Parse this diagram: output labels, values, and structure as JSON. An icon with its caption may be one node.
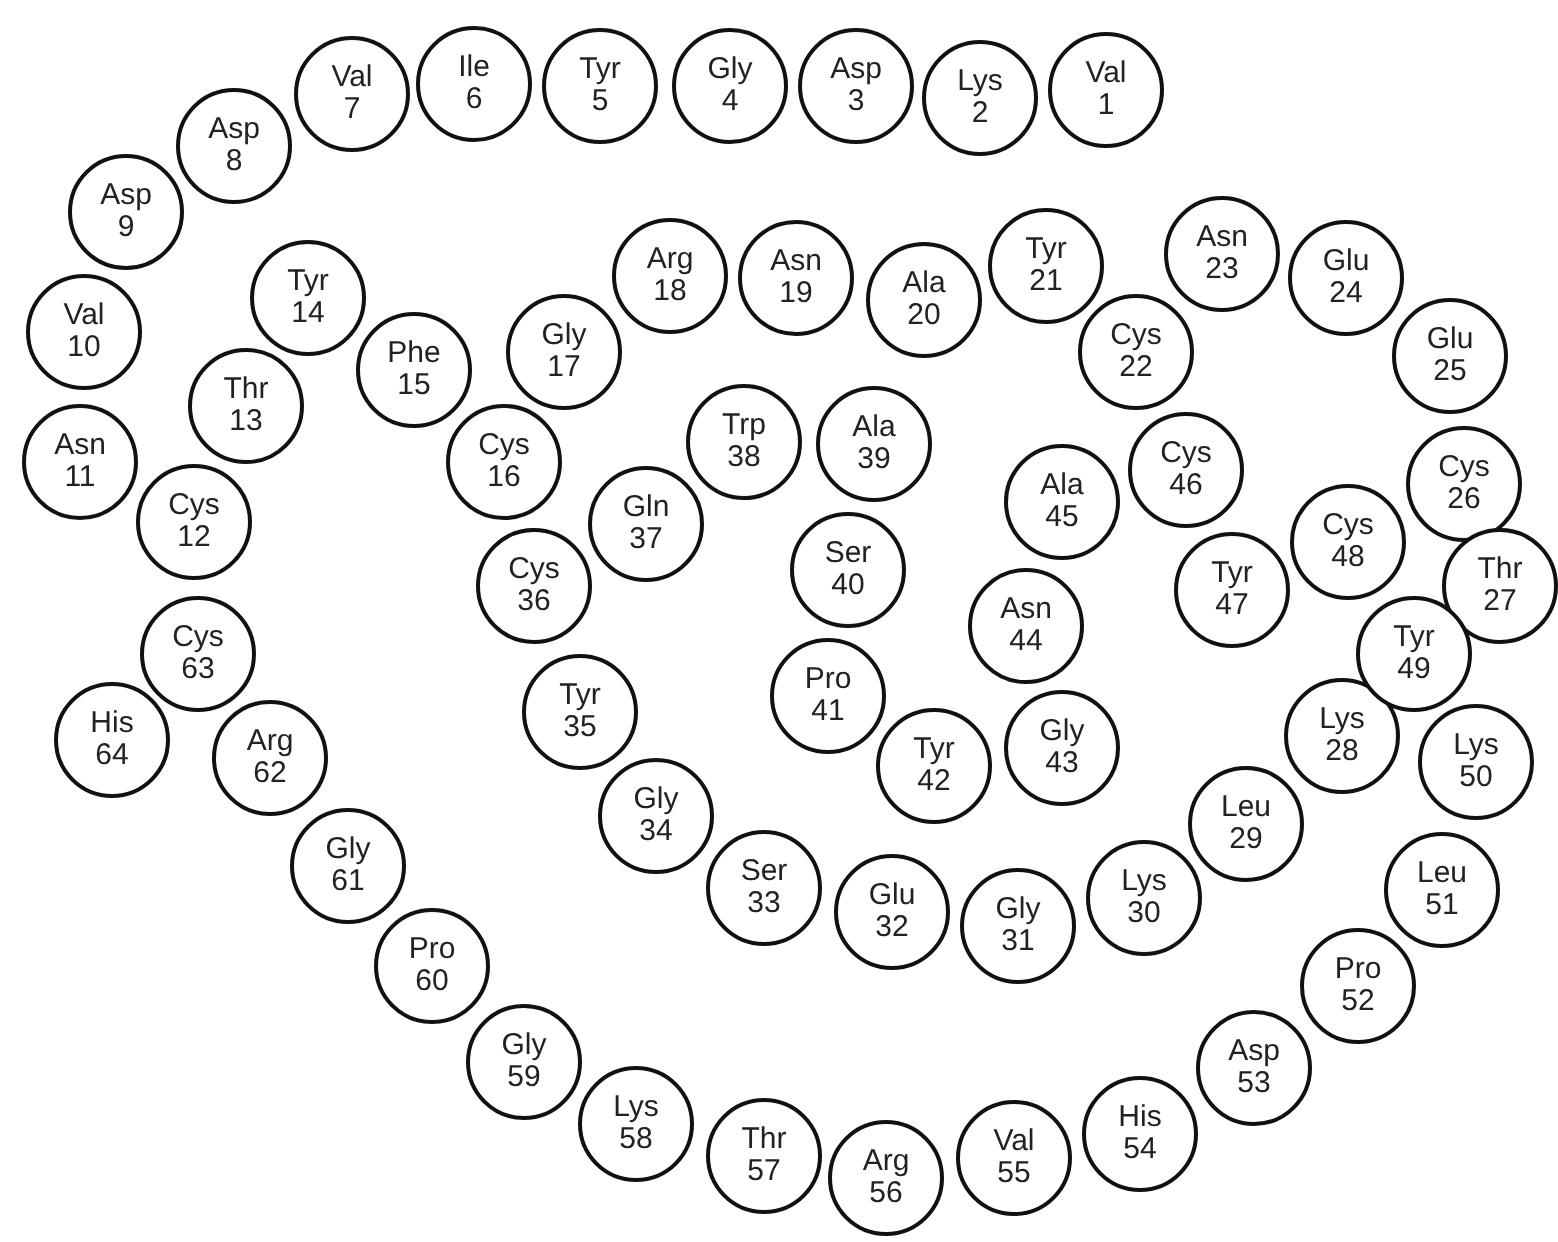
{
  "diagram": {
    "nodes": [
      {
        "text": [
          "Val",
          "1"
        ]
      },
      {
        "text": [
          "Lys",
          "2"
        ]
      },
      {
        "text": [
          "Asp",
          "3"
        ]
      },
      {
        "text": [
          "Gly",
          "4"
        ]
      },
      {
        "text": [
          "Tyr",
          "5"
        ]
      },
      {
        "text": [
          "Ile",
          "6"
        ]
      },
      {
        "text": [
          "Val",
          "7"
        ]
      },
      {
        "text": [
          "Asp",
          "8"
        ]
      },
      {
        "text": [
          "Asp",
          "9"
        ]
      },
      {
        "text": [
          "Val",
          "10"
        ]
      },
      {
        "text": [
          "Asn",
          "11"
        ]
      },
      {
        "text": [
          "Cys",
          "12"
        ]
      },
      {
        "text": [
          "Thr",
          "13"
        ]
      },
      {
        "text": [
          "Tyr",
          "14"
        ]
      },
      {
        "text": [
          "Phe",
          "15"
        ]
      },
      {
        "text": [
          "Cys",
          "16"
        ]
      },
      {
        "text": [
          "Gly",
          "17"
        ]
      },
      {
        "text": [
          "Arg",
          "18"
        ]
      },
      {
        "text": [
          "Asn",
          "19"
        ]
      },
      {
        "text": [
          "Ala",
          "20"
        ]
      },
      {
        "text": [
          "Tyr",
          "21"
        ]
      },
      {
        "text": [
          "Cys",
          "22"
        ]
      },
      {
        "text": [
          "Asn",
          "23"
        ]
      },
      {
        "text": [
          "Glu",
          "24"
        ]
      },
      {
        "text": [
          "Glu",
          "25"
        ]
      },
      {
        "text": [
          "Cys",
          "26"
        ]
      },
      {
        "text": [
          "Thr",
          "27"
        ]
      },
      {
        "text": [
          "Lys",
          "28"
        ]
      },
      {
        "text": [
          "Leu",
          "29"
        ]
      },
      {
        "text": [
          "Lys",
          "30"
        ]
      },
      {
        "text": [
          "Gly",
          "31"
        ]
      },
      {
        "text": [
          "Glu",
          "32"
        ]
      },
      {
        "text": [
          "Ser",
          "33"
        ]
      },
      {
        "text": [
          "Gly",
          "34"
        ]
      },
      {
        "text": [
          "Tyr",
          "35"
        ]
      },
      {
        "text": [
          "Cys",
          "36"
        ]
      },
      {
        "text": [
          "Gln",
          "37"
        ]
      },
      {
        "text": [
          "Trp",
          "38"
        ]
      },
      {
        "text": [
          "Ala",
          "39"
        ]
      },
      {
        "text": [
          "Ser",
          "40"
        ]
      },
      {
        "text": [
          "Pro",
          "41"
        ]
      },
      {
        "text": [
          "Tyr",
          "42"
        ]
      },
      {
        "text": [
          "Gly",
          "43"
        ]
      },
      {
        "text": [
          "Asn",
          "44"
        ]
      },
      {
        "text": [
          "Ala",
          "45"
        ]
      },
      {
        "text": [
          "Cys",
          "46"
        ]
      },
      {
        "text": [
          "Tyr",
          "47"
        ]
      },
      {
        "text": [
          "Cys",
          "48"
        ]
      },
      {
        "text": [
          "Tyr",
          "49"
        ]
      },
      {
        "text": [
          "Lys",
          "50"
        ]
      },
      {
        "text": [
          "Leu",
          "51"
        ]
      },
      {
        "text": [
          "Pro",
          "52"
        ]
      },
      {
        "text": [
          "Asp",
          "53"
        ]
      },
      {
        "text": [
          "His",
          "54"
        ]
      },
      {
        "text": [
          "Val",
          "55"
        ]
      },
      {
        "text": [
          "Arg",
          "56"
        ]
      },
      {
        "text": [
          "Thr",
          "57"
        ]
      },
      {
        "text": [
          "Lys",
          "58"
        ]
      },
      {
        "text": [
          "Gly",
          "59"
        ]
      },
      {
        "text": [
          "Pro",
          "60"
        ]
      },
      {
        "text": [
          "Gly",
          "61"
        ]
      },
      {
        "text": [
          "Arg",
          "62"
        ]
      },
      {
        "text": [
          "Cys",
          "63"
        ]
      },
      {
        "text": [
          "His",
          "64"
        ]
      }
    ]
  }
}
